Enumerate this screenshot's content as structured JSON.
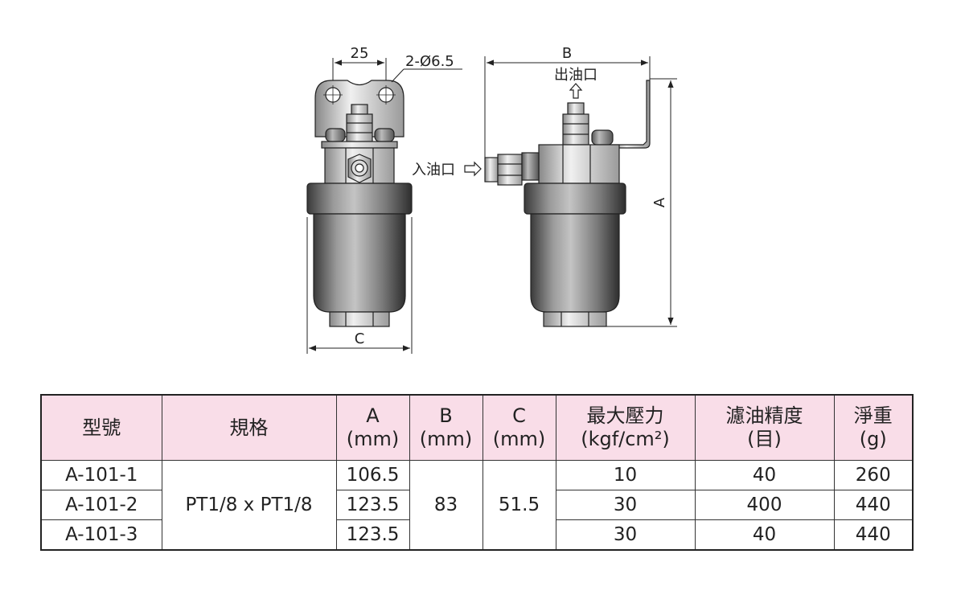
{
  "drawing": {
    "dims": {
      "w25": "25",
      "hole": "2-Ø6.5",
      "b": "B",
      "a": "A",
      "c": "C"
    },
    "labels": {
      "outlet": "出油口",
      "inlet": "入油口"
    }
  },
  "table": {
    "headers": [
      {
        "line1": "型號",
        "line2": ""
      },
      {
        "line1": "規格",
        "line2": ""
      },
      {
        "line1": "A",
        "line2": "(mm)"
      },
      {
        "line1": "B",
        "line2": "(mm)"
      },
      {
        "line1": "C",
        "line2": "(mm)"
      },
      {
        "line1": "最大壓力",
        "line2": "(kgf/cm²)"
      },
      {
        "line1": "濾油精度",
        "line2": "(目)"
      },
      {
        "line1": "淨重",
        "line2": "(g)"
      }
    ],
    "spec": "PT1/8 x PT1/8",
    "b_value": "83",
    "c_value": "51.5",
    "rows": [
      {
        "model": "A-101-1",
        "a": "106.5",
        "pressure": "10",
        "mesh": "40",
        "weight": "260"
      },
      {
        "model": "A-101-2",
        "a": "123.5",
        "pressure": "30",
        "mesh": "400",
        "weight": "440"
      },
      {
        "model": "A-101-3",
        "a": "123.5",
        "pressure": "30",
        "mesh": "40",
        "weight": "440"
      }
    ]
  }
}
